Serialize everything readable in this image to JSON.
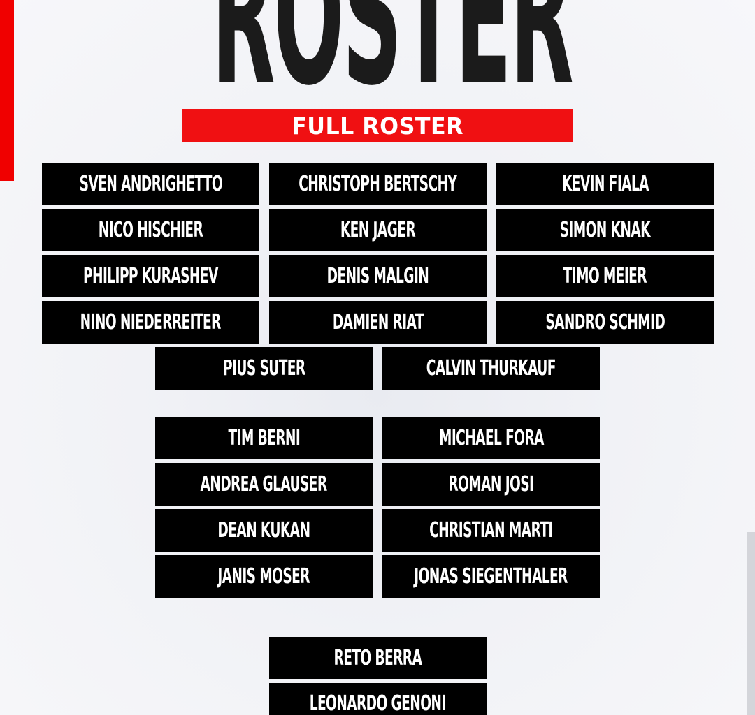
{
  "header": {
    "title": "ROSTER",
    "subtitle": "FULL ROSTER"
  },
  "colors": {
    "accent_red": "#f01012",
    "card_black": "#000000",
    "title_dark": "#1b1b1b"
  },
  "forwards": [
    "SVEN ANDRIGHETTO",
    "CHRISTOPH BERTSCHY",
    "KEVIN FIALA",
    "NICO HISCHIER",
    "KEN JAGER",
    "SIMON KNAK",
    "PHILIPP KURASHEV",
    "DENIS MALGIN",
    "TIMO MEIER",
    "NINO NIEDERREITER",
    "DAMIEN RIAT",
    "SANDRO SCHMID",
    "PIUS SUTER",
    "CALVIN THURKAUF"
  ],
  "defense": [
    "TIM BERNI",
    "MICHAEL FORA",
    "ANDREA GLAUSER",
    "ROMAN JOSI",
    "DEAN KUKAN",
    "CHRISTIAN MARTI",
    "JANIS MOSER",
    "JONAS SIEGENTHALER"
  ],
  "goalies": [
    "RETO BERRA",
    "LEONARDO GENONI"
  ]
}
